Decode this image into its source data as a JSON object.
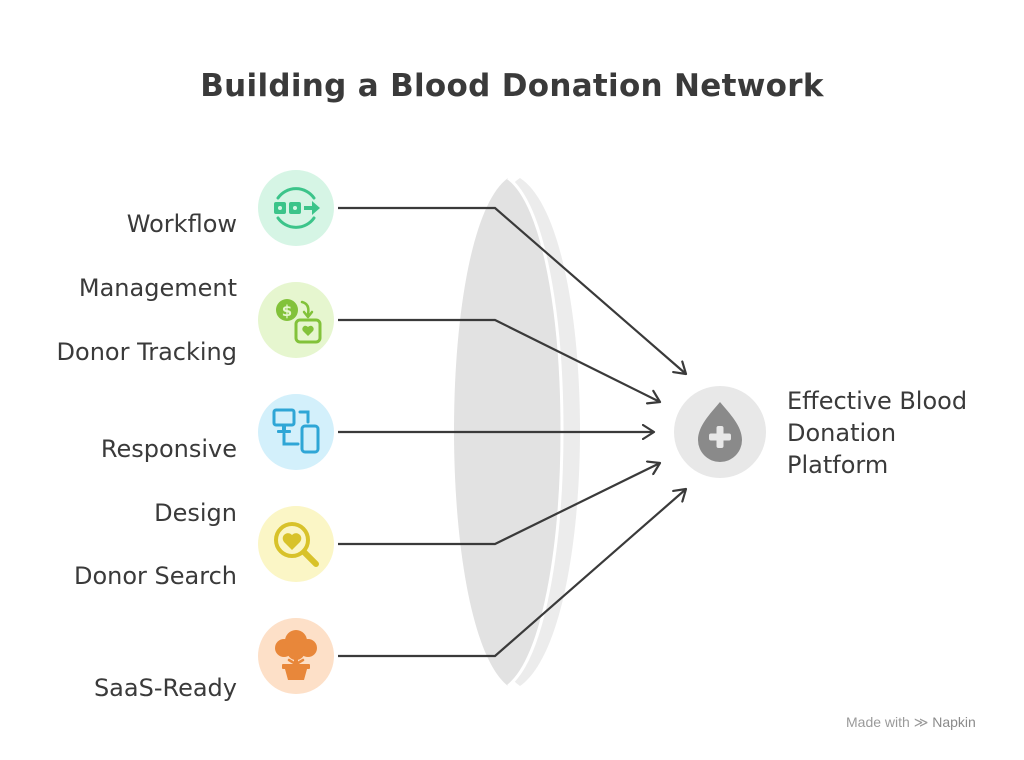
{
  "title": "Building a Blood Donation Network",
  "inputs": [
    {
      "lines": [
        "Workflow",
        "Management"
      ],
      "icon": "workflow-icon",
      "circle_color": "#d6f5e5",
      "icon_color": "#3cc48a"
    },
    {
      "lines": [
        "Donor Tracking"
      ],
      "icon": "donation-tracking-icon",
      "circle_color": "#e6f6cf",
      "icon_color": "#82c23a"
    },
    {
      "lines": [
        "Responsive",
        "Design"
      ],
      "icon": "devices-icon",
      "circle_color": "#d3f0fb",
      "icon_color": "#2fa6d6"
    },
    {
      "lines": [
        "Donor Search"
      ],
      "icon": "heart-search-icon",
      "circle_color": "#fbf6c6",
      "icon_color": "#d8c22a"
    },
    {
      "lines": [
        "SaaS-Ready"
      ],
      "icon": "potted-tree-icon",
      "circle_color": "#fde0c8",
      "icon_color": "#e8873a"
    }
  ],
  "output": {
    "lines": [
      "Effective Blood",
      "Donation",
      "Platform"
    ],
    "icon": "blood-drop-plus-icon",
    "circle_color": "#e8e8e8",
    "icon_color": "#8a8a8a"
  },
  "watermark": {
    "prefix": "Made with",
    "brand": "Napkin"
  }
}
